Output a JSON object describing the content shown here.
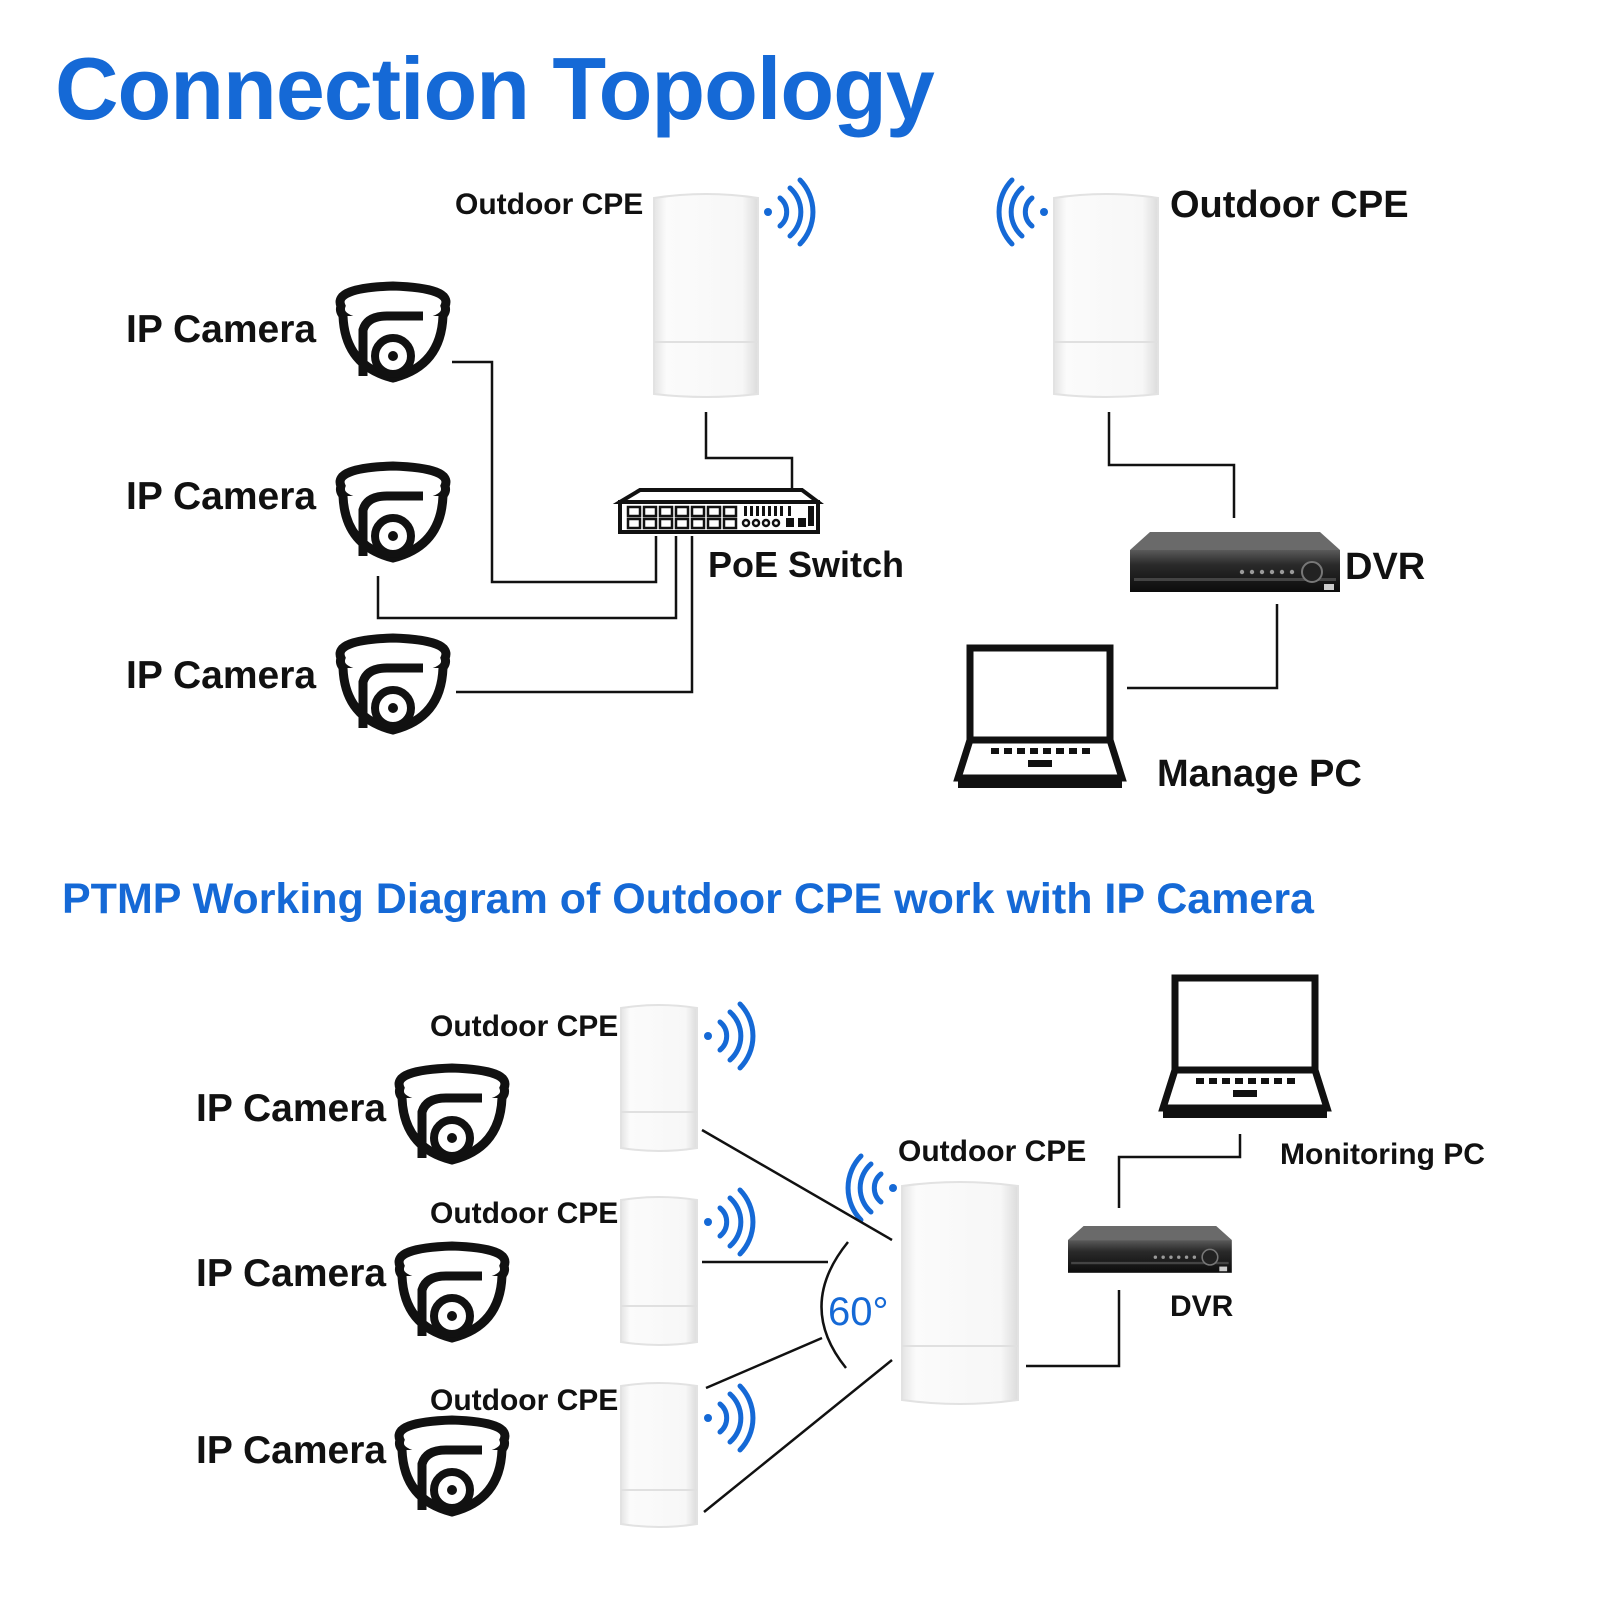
{
  "title": "Connection Topology",
  "subtitle": "PTMP Working Diagram of Outdoor CPE work with IP Camera",
  "top": {
    "cpe_left_label": "Outdoor CPE",
    "cpe_right_label": "Outdoor CPE",
    "camera_labels": [
      "IP Camera",
      "IP Camera",
      "IP Camera"
    ],
    "switch_label": "PoE Switch",
    "dvr_label": "DVR",
    "pc_label": "Manage PC"
  },
  "bottom": {
    "cpe_labels": [
      "Outdoor CPE",
      "Outdoor CPE",
      "Outdoor CPE"
    ],
    "camera_labels": [
      "IP Camera",
      "IP Camera",
      "IP Camera"
    ],
    "center_cpe_label": "Outdoor CPE",
    "dvr_label": "DVR",
    "pc_label": "Monitoring PC",
    "angle_label": "60°"
  },
  "colors": {
    "accent": "#1569d6",
    "line": "#111111"
  }
}
